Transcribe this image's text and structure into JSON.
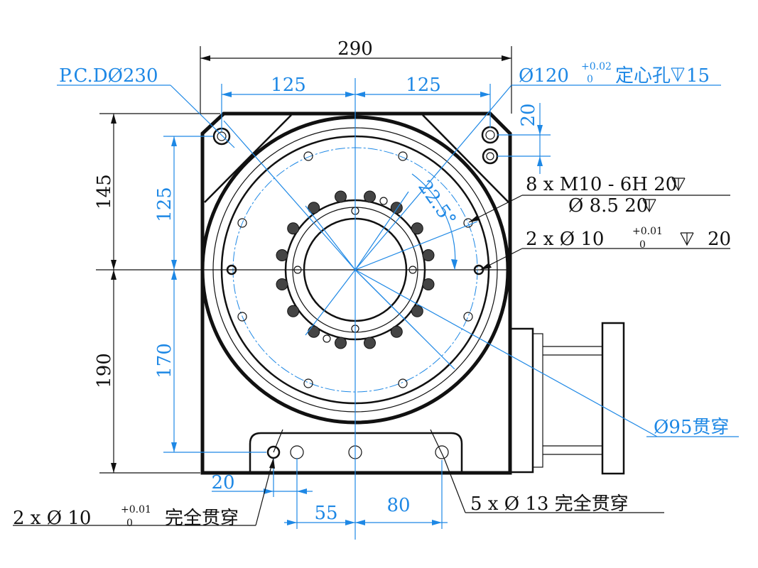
{
  "colors": {
    "outline": "#111111",
    "dimension": "#1e88e5"
  },
  "dimensions": {
    "overall_width": "290",
    "left_half_width": "125",
    "right_half_width": "125",
    "top_hole_offset": "20",
    "upper_height": "145",
    "upper_height_inner": "125",
    "lower_height": "190",
    "lower_height_inner": "170",
    "bottom_hole_offset": "20",
    "bottom_half_spacing": "55",
    "bottom_right_spacing": "80",
    "angle": "22.5°"
  },
  "callouts": {
    "pcd": "P.C.DØ230",
    "center_hole_main": "Ø120",
    "center_hole_tol_upper": "+0.02",
    "center_hole_tol_lower": "0",
    "center_hole_suffix": "定心孔",
    "center_hole_depth": "15",
    "tap_line1": "8 x  M10 - 6H  20",
    "tap_line2": "Ø  8.5  20",
    "pin_main": "2 x  Ø  10",
    "pin_tol_upper": "+0.01",
    "pin_tol_lower": "0",
    "pin_depth": "20",
    "through_bore": "Ø95贯穿",
    "bottom_pin_main": "2 x  Ø  10",
    "bottom_pin_tol_upper": "+0.01",
    "bottom_pin_tol_lower": "0",
    "bottom_pin_suffix": "完全贯穿",
    "bottom_holes": "5 x  Ø  13  完全贯穿"
  }
}
